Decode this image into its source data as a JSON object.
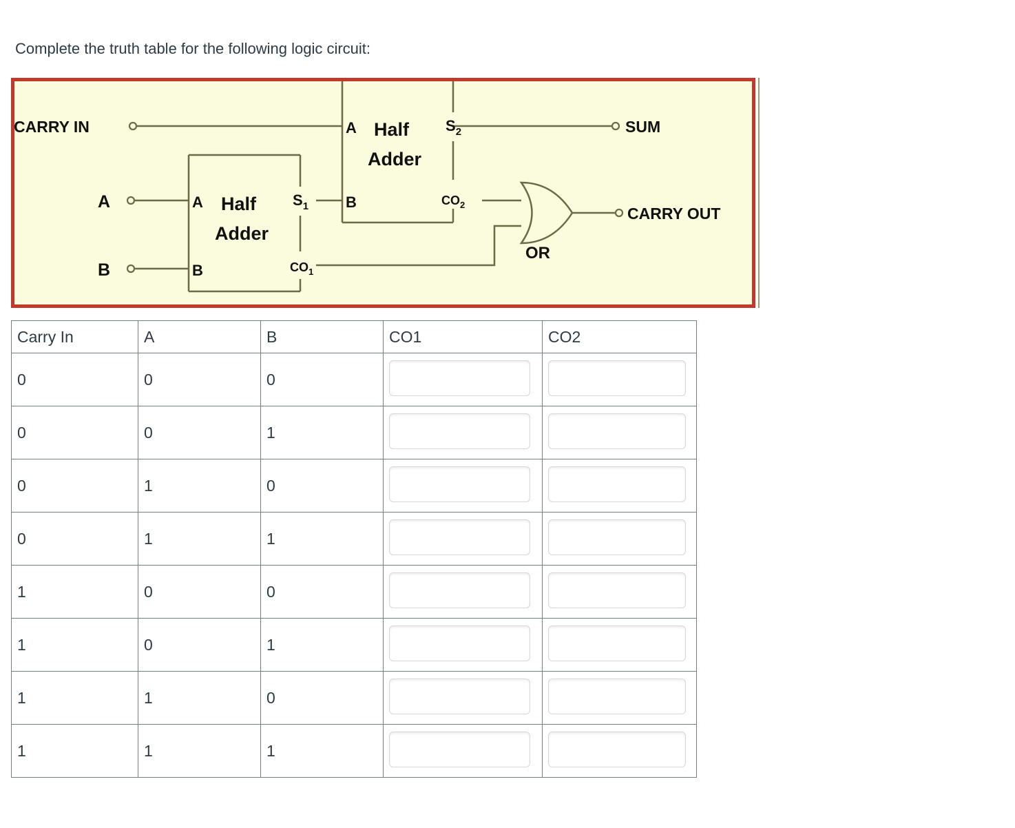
{
  "prompt": "Complete the truth table for the following logic circuit:",
  "figure": {
    "border_color": "#c0392b",
    "background_color": "#fbfbdd",
    "wire_color": "#6b6b45",
    "inputs": [
      {
        "label": "CARRY IN"
      },
      {
        "label": "A"
      },
      {
        "label": "B"
      }
    ],
    "blocks": [
      {
        "name": "half-adder-1",
        "title_line1": "Half",
        "title_line2": "Adder",
        "in_a": "A",
        "in_b": "B",
        "out_sum": "S",
        "out_sum_sub": "1",
        "out_carry": "CO",
        "out_carry_sub": "1"
      },
      {
        "name": "half-adder-2",
        "title_line1": "Half",
        "title_line2": "Adder",
        "in_a": "A",
        "in_b": "B",
        "out_sum": "S",
        "out_sum_sub": "2",
        "out_carry": "CO",
        "out_carry_sub": "2"
      }
    ],
    "gate": {
      "label": "OR"
    },
    "outputs": [
      {
        "label": "SUM"
      },
      {
        "label": "CARRY OUT"
      }
    ]
  },
  "table": {
    "headers": [
      "Carry In",
      "A",
      "B",
      "CO1",
      "CO2"
    ],
    "rows": [
      {
        "carry_in": "0",
        "a": "0",
        "b": "0",
        "co1": "",
        "co2": ""
      },
      {
        "carry_in": "0",
        "a": "0",
        "b": "1",
        "co1": "",
        "co2": ""
      },
      {
        "carry_in": "0",
        "a": "1",
        "b": "0",
        "co1": "",
        "co2": ""
      },
      {
        "carry_in": "0",
        "a": "1",
        "b": "1",
        "co1": "",
        "co2": ""
      },
      {
        "carry_in": "1",
        "a": "0",
        "b": "0",
        "co1": "",
        "co2": ""
      },
      {
        "carry_in": "1",
        "a": "0",
        "b": "1",
        "co1": "",
        "co2": ""
      },
      {
        "carry_in": "1",
        "a": "1",
        "b": "0",
        "co1": "",
        "co2": ""
      },
      {
        "carry_in": "1",
        "a": "1",
        "b": "1",
        "co1": "",
        "co2": ""
      }
    ]
  }
}
